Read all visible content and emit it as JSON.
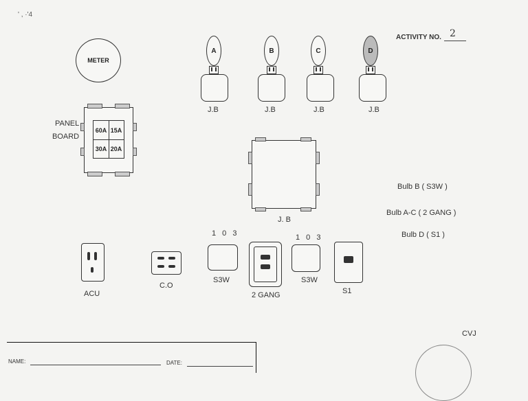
{
  "corner_mark": "' , ·'4",
  "activity": {
    "label": "ACTIVITY NO.",
    "number": "2"
  },
  "meter": {
    "label": "METER"
  },
  "panel": {
    "label_line1": "PANEL",
    "label_line2": "BOARD",
    "breakers": [
      "60A",
      "15A",
      "30A",
      "20A"
    ]
  },
  "bulbs": [
    {
      "letter": "A",
      "jb_label": "J.B",
      "shaded": false
    },
    {
      "letter": "B",
      "jb_label": "J.B",
      "shaded": false
    },
    {
      "letter": "C",
      "jb_label": "J.B",
      "shaded": false
    },
    {
      "letter": "D",
      "jb_label": "J.B",
      "shaded": true
    }
  ],
  "main_jb": {
    "label": "J. B"
  },
  "legend": [
    "Bulb B ( S3W )",
    "Bulb A-C ( 2 GANG )",
    "Bulb D ( S1 )"
  ],
  "devices": {
    "acu": "ACU",
    "co": "C.O",
    "s3w_left": {
      "label": "S3W",
      "terminals": "1 0 3"
    },
    "two_gang": "2 GANG",
    "s3w_right": {
      "label": "S3W",
      "terminals": "1 0 3"
    },
    "s1": "S1"
  },
  "signature": "CVJ",
  "footer": {
    "name_label": "NAME:",
    "date_label": "DATE:"
  }
}
